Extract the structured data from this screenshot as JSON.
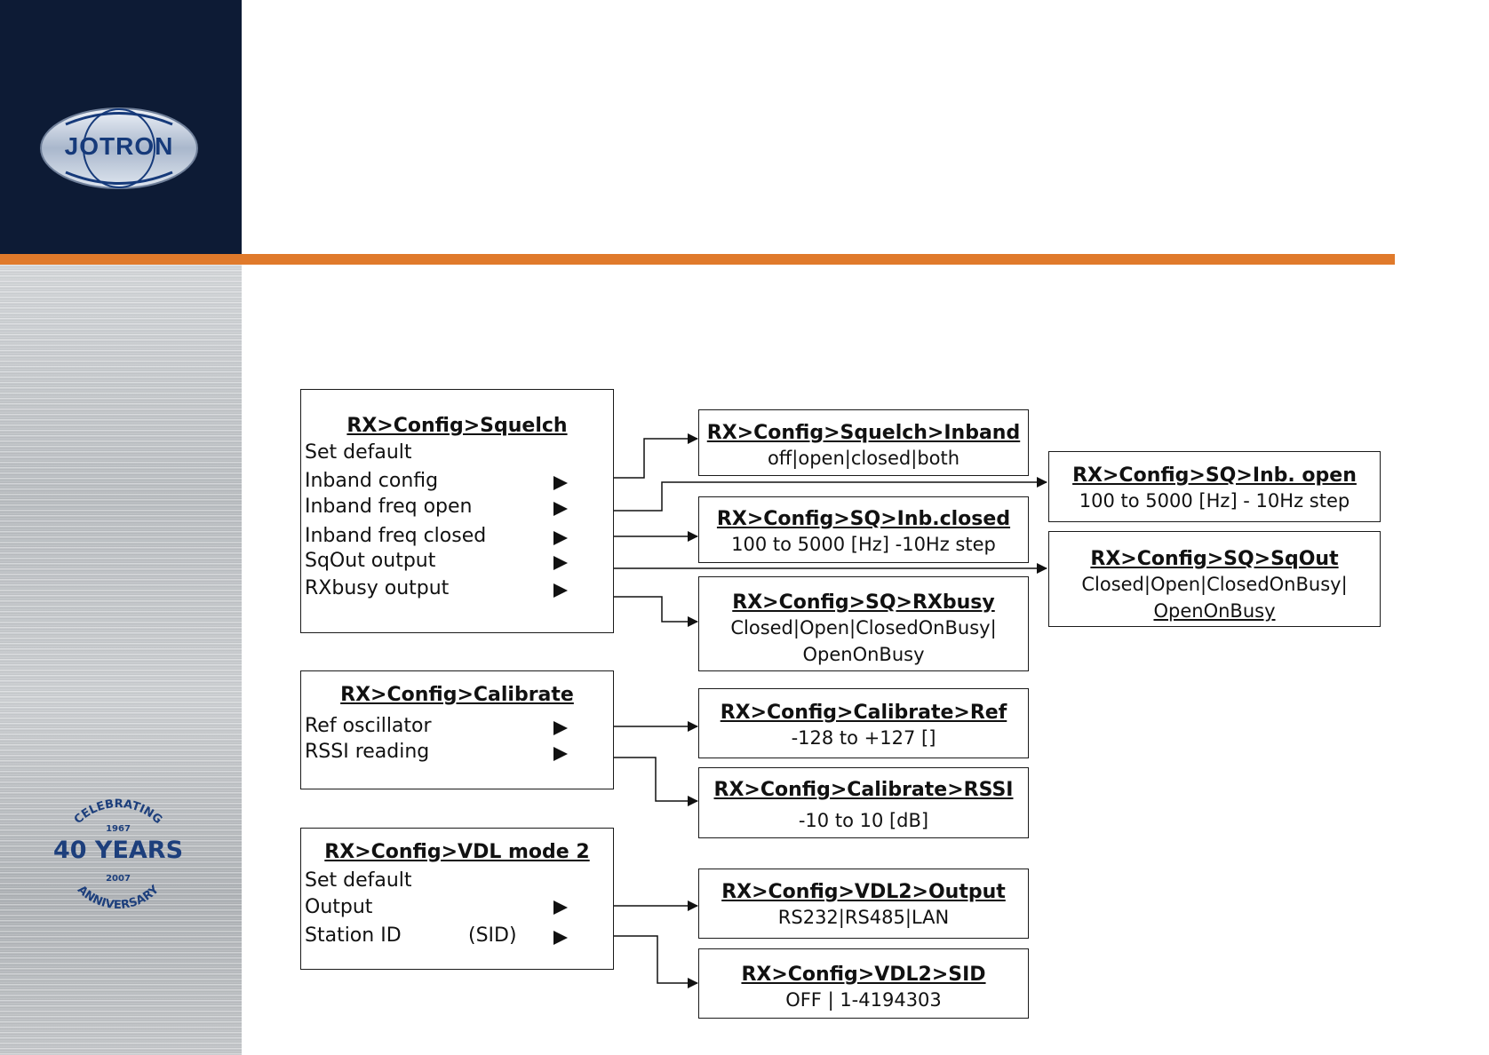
{
  "branding": {
    "logo_text": "JOTRON",
    "anniversary": {
      "top_arc": "CELEBRATING",
      "year_start": "1967",
      "years": "40 YEARS",
      "year_end": "2007",
      "bottom_arc": "ANNIVERSARY"
    },
    "colors": {
      "navy": "#0d1b35",
      "orange": "#e07a2b",
      "logo_blue": "#163a7a"
    }
  },
  "menus": {
    "squelch": {
      "title": "RX>Config>Squelch",
      "items": [
        "Set default",
        "Inband config",
        "Inband freq open",
        "Inband freq closed",
        "SqOut output",
        "RXbusy output"
      ]
    },
    "calibrate": {
      "title": "RX>Config>Calibrate",
      "items": [
        "Ref oscillator",
        "RSSI reading"
      ]
    },
    "vdl": {
      "title": "RX>Config>VDL mode 2",
      "items": [
        "Set default",
        "Output",
        "Station ID"
      ],
      "sid_label": "(SID)"
    }
  },
  "targets": {
    "inband": {
      "title": "RX>Config>Squelch>Inband",
      "value": "off|open|closed|both"
    },
    "inb_open": {
      "title": "RX>Config>SQ>Inb. open",
      "value": "100 to 5000 [Hz] - 10Hz step"
    },
    "inb_closed": {
      "title": "RX>Config>SQ>Inb.closed",
      "value": "100 to 5000 [Hz] -10Hz step"
    },
    "sqout": {
      "title": "RX>Config>SQ>SqOut",
      "value1": "Closed|Open|ClosedOnBusy|",
      "value2": "OpenOnBusy"
    },
    "rxbusy": {
      "title": "RX>Config>SQ>RXbusy",
      "value1": "Closed|Open|ClosedOnBusy|",
      "value2": "OpenOnBusy"
    },
    "cal_ref": {
      "title": "RX>Config>Calibrate>Ref",
      "value": "-128 to +127 []"
    },
    "cal_rssi": {
      "title": "RX>Config>Calibrate>RSSI",
      "value": "-10 to 10 [dB]"
    },
    "vdl_output": {
      "title": "RX>Config>VDL2>Output",
      "value": "RS232|RS485|LAN"
    },
    "vdl_sid": {
      "title": "RX>Config>VDL2>SID",
      "value": "OFF | 1-4194303"
    }
  }
}
